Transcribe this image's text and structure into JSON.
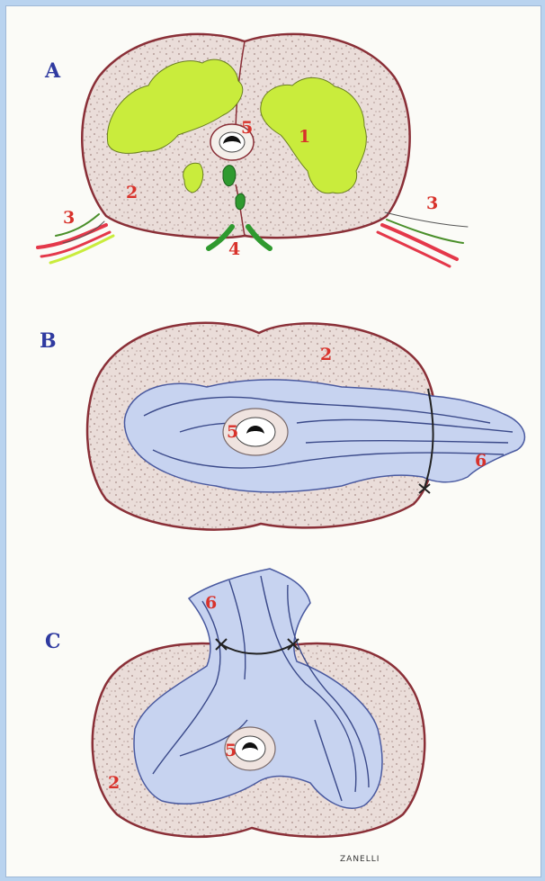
{
  "panels": [
    {
      "letter": "A",
      "labels": {
        "l1": "1",
        "l2": "2",
        "l3a": "3",
        "l3b": "3",
        "l4": "4",
        "l5": "5"
      }
    },
    {
      "letter": "B",
      "labels": {
        "l2": "2",
        "l5": "5",
        "l6": "6"
      }
    },
    {
      "letter": "C",
      "labels": {
        "l2": "2",
        "l5": "5",
        "l6": "6"
      }
    }
  ],
  "signature": "ZANELLI",
  "colors": {
    "background_border": "#b9d3ef",
    "muscle": "#e9dcd8",
    "outline": "#8a2f37",
    "tumor_green": "#c9ec3c",
    "nerve_green": "#2f9a2f",
    "vessel_red": "#e4384a",
    "flap_blue": "#c7d3f0",
    "label_red": "#d8322b",
    "letter_blue": "#2f3aa0"
  }
}
